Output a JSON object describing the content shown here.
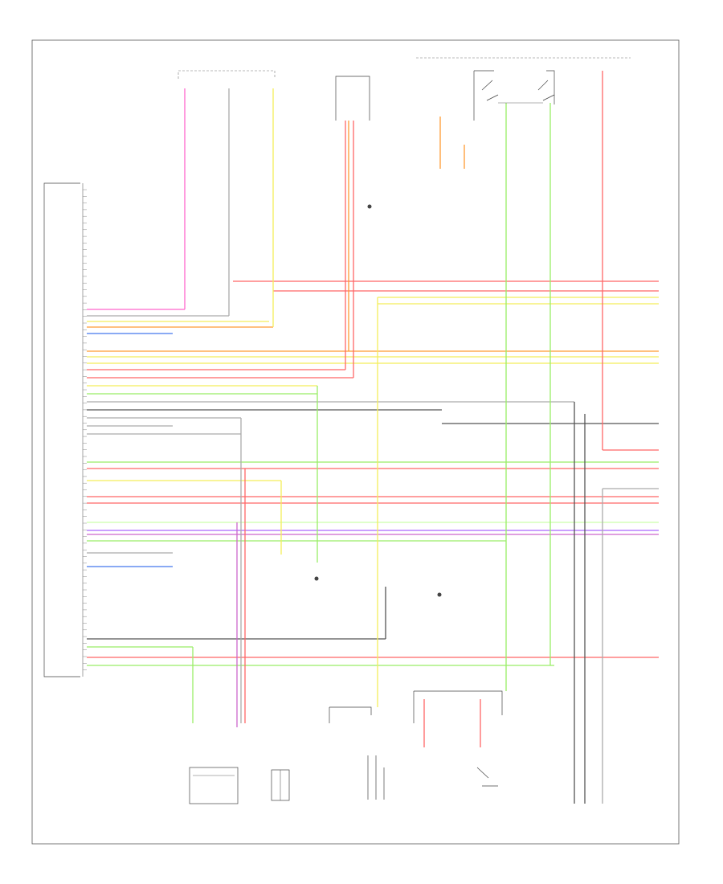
{
  "diagram": {
    "title_block": "",
    "footer_code": "",
    "module": {
      "label": ""
    },
    "pins": {
      "top_labels": []
    },
    "wire_colors": {
      "pink": "#ff66cc",
      "red": "#ff6666",
      "yellow": "#f4ee5a",
      "orange": "#ff9a33",
      "blue": "#4477ee",
      "light_green": "#99ee66",
      "green": "#66cc55",
      "grey": "#aaaaaa",
      "dark": "#555555",
      "purple": "#cc66cc",
      "lt_green": "#ccffaa",
      "violet": "#aa66ff"
    },
    "components": [
      {
        "id": "c1",
        "label": ""
      },
      {
        "id": "c2",
        "label": ""
      },
      {
        "id": "c3",
        "label": ""
      },
      {
        "id": "c4",
        "label": ""
      },
      {
        "id": "c5",
        "label": ""
      },
      {
        "id": "c6",
        "label": ""
      },
      {
        "id": "c7",
        "label": ""
      },
      {
        "id": "c8",
        "label": ""
      },
      {
        "id": "c9",
        "label": ""
      },
      {
        "id": "c10",
        "label": ""
      },
      {
        "id": "c11",
        "label": ""
      },
      {
        "id": "c12",
        "label": ""
      }
    ]
  }
}
